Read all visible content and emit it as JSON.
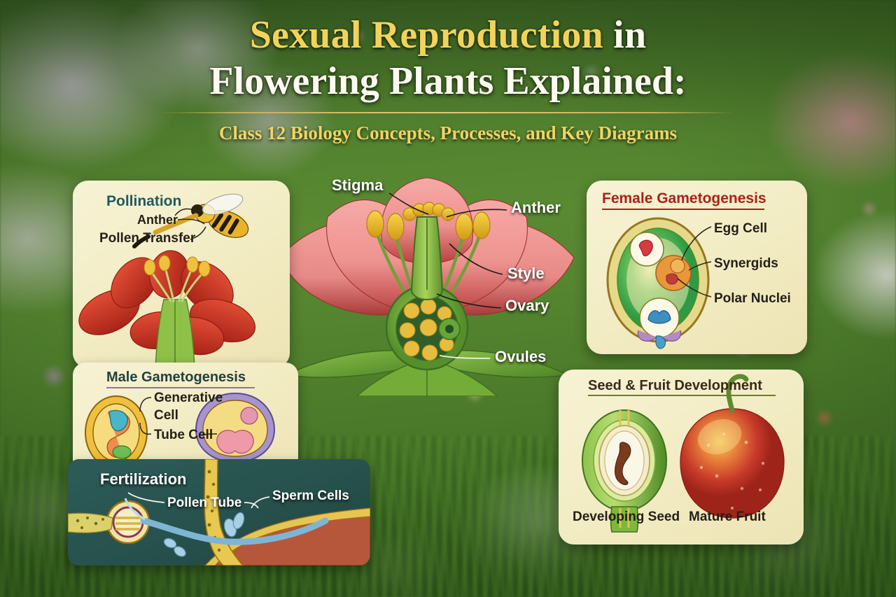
{
  "header": {
    "title_line1_highlight": "Sexual Reproduction",
    "title_line1_rest": " in",
    "title_line2": "Flowering Plants Explained:",
    "subtitle": "Class 12 Biology Concepts, Processes, and Key Diagrams",
    "accent_gold": "#F2D35A",
    "accent_white": "#FDFBF0",
    "divider_color": "#CDAE55"
  },
  "colors": {
    "card_cream": "#F5F0D0",
    "fertilization_teal": "#2A5550",
    "pollination_title": "#1F5A5C",
    "female_title_red": "#A9211E",
    "male_underline_purple": "#8E6FB4",
    "seed_underline_olive": "#6E7A33",
    "seed_title_brown": "#3A2A18"
  },
  "center_diagram": {
    "name": "flower-cross-section",
    "labels": [
      {
        "id": "stigma",
        "text": "Stigma"
      },
      {
        "id": "anther",
        "text": "Anther"
      },
      {
        "id": "style",
        "text": "Style"
      },
      {
        "id": "ovary",
        "text": "Ovary"
      },
      {
        "id": "ovules",
        "text": "Ovules"
      }
    ]
  },
  "cards": {
    "pollination": {
      "title": "Pollination",
      "labels": [
        {
          "id": "anther",
          "text": "Anther"
        },
        {
          "id": "pollen-transfer",
          "text": "Pollen Transfer"
        }
      ],
      "illustration": "bee-and-red-hibiscus-flower"
    },
    "male_gametogenesis": {
      "title": "Male Gametogenesis",
      "labels": [
        {
          "id": "generative-cell-1",
          "text": "Generative"
        },
        {
          "id": "generative-cell-2",
          "text": "Cell"
        },
        {
          "id": "tube-cell",
          "text": "Tube Cell"
        }
      ],
      "illustration": "pollen-grain-and-germinating-pollen-tube"
    },
    "fertilization": {
      "title": "Fertilization",
      "labels": [
        {
          "id": "pollen-tube",
          "text": "Pollen Tube"
        },
        {
          "id": "sperm-cells",
          "text": "Sperm Cells"
        }
      ],
      "illustration": "pollen-tube-entering-embryo-sac"
    },
    "female_gametogenesis": {
      "title": "Female Gametogenesis",
      "labels": [
        {
          "id": "egg-cell",
          "text": "Egg Cell"
        },
        {
          "id": "synergids",
          "text": "Synergids"
        },
        {
          "id": "polar-nuclei",
          "text": "Polar Nuclei"
        }
      ],
      "illustration": "embryo-sac-ovule"
    },
    "seed_fruit_development": {
      "title": "Seed & Fruit Development",
      "labels": [
        {
          "id": "developing-seed",
          "text": "Developing Seed"
        },
        {
          "id": "mature-fruit",
          "text": "Mature Fruit"
        }
      ],
      "illustration": "seed-cross-section-and-apple"
    }
  }
}
